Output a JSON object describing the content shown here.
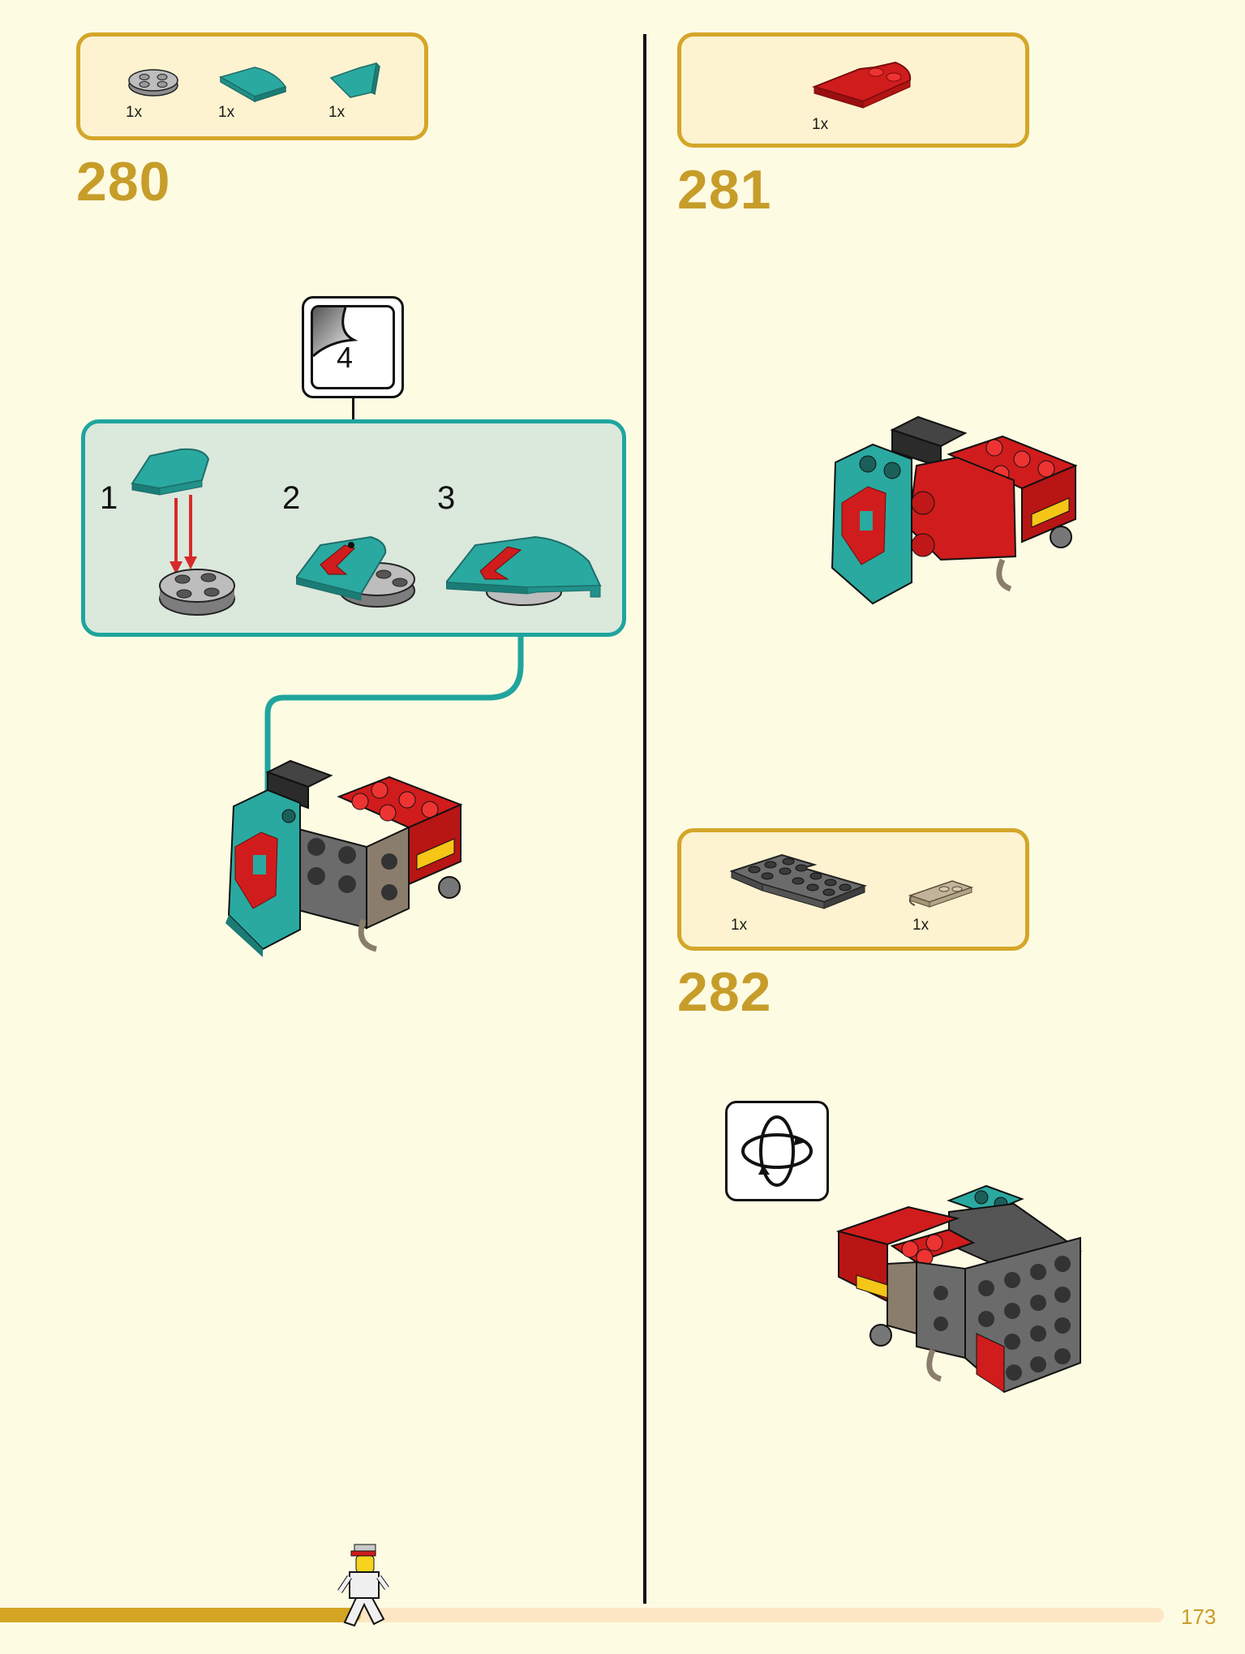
{
  "steps": [
    {
      "number": "280",
      "parts": [
        {
          "qty": "1x",
          "icon": "round-plate-2x2-gray"
        },
        {
          "qty": "1x",
          "icon": "curved-slope-teal"
        },
        {
          "qty": "1x",
          "icon": "curved-slope-wedge-teal"
        }
      ],
      "substeps": [
        "1",
        "2",
        "3"
      ],
      "sticker": "4"
    },
    {
      "number": "281",
      "parts": [
        {
          "qty": "1x",
          "icon": "red-wedge-plate"
        }
      ]
    },
    {
      "number": "282",
      "parts": [
        {
          "qty": "1x",
          "icon": "dark-gray-corner-plate"
        },
        {
          "qty": "1x",
          "icon": "tan-clip-plate"
        }
      ],
      "rotate_icon": "rotate-model-icon"
    }
  ],
  "page_number": "173",
  "progress": 0.31,
  "colors": {
    "background": "#fefbe3",
    "accent": "#d4a629",
    "step_number": "#c79d2a",
    "teal": "#1fa59d",
    "red": "#d01c1c"
  }
}
